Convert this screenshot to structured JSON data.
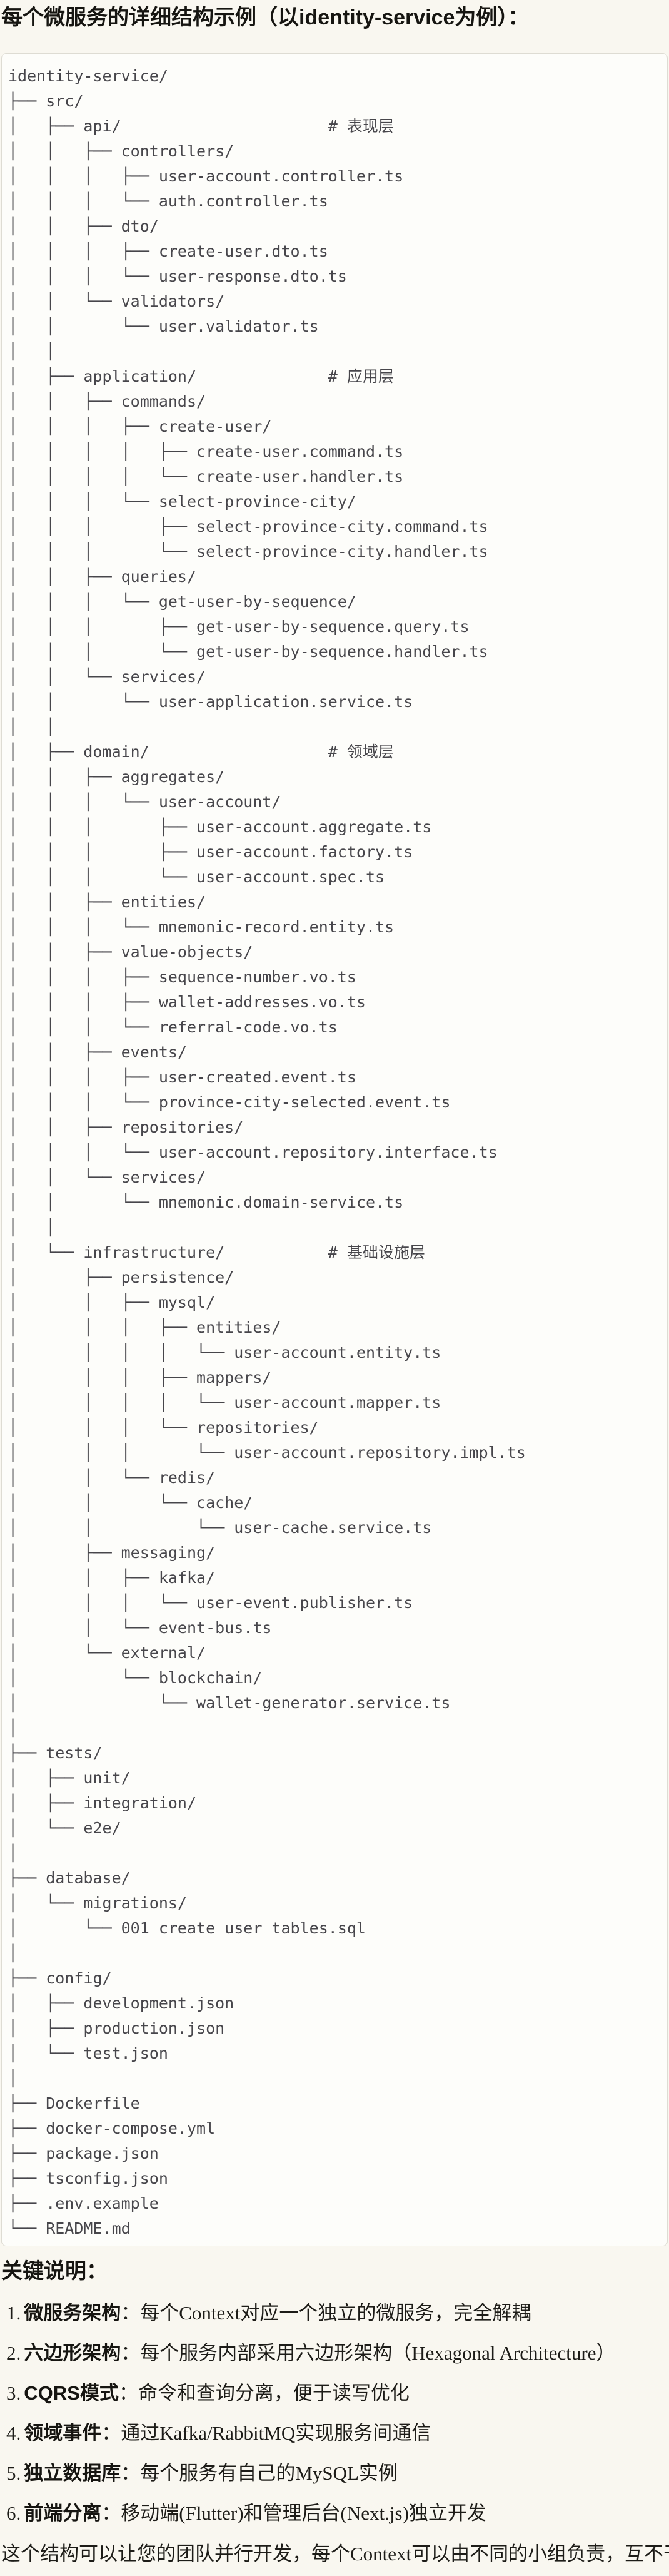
{
  "title": "每个微服务的详细结构示例（以identity-service为例）：",
  "code_block": {
    "lines": [
      "identity-service/",
      "├── src/",
      "│   ├── api/                      # 表现层",
      "│   │   ├── controllers/",
      "│   │   │   ├── user-account.controller.ts",
      "│   │   │   └── auth.controller.ts",
      "│   │   ├── dto/",
      "│   │   │   ├── create-user.dto.ts",
      "│   │   │   └── user-response.dto.ts",
      "│   │   └── validators/",
      "│   │       └── user.validator.ts",
      "│   │",
      "│   ├── application/              # 应用层",
      "│   │   ├── commands/",
      "│   │   │   ├── create-user/",
      "│   │   │   │   ├── create-user.command.ts",
      "│   │   │   │   └── create-user.handler.ts",
      "│   │   │   └── select-province-city/",
      "│   │   │       ├── select-province-city.command.ts",
      "│   │   │       └── select-province-city.handler.ts",
      "│   │   ├── queries/",
      "│   │   │   └── get-user-by-sequence/",
      "│   │   │       ├── get-user-by-sequence.query.ts",
      "│   │   │       └── get-user-by-sequence.handler.ts",
      "│   │   └── services/",
      "│   │       └── user-application.service.ts",
      "│   │",
      "│   ├── domain/                   # 领域层",
      "│   │   ├── aggregates/",
      "│   │   │   └── user-account/",
      "│   │   │       ├── user-account.aggregate.ts",
      "│   │   │       ├── user-account.factory.ts",
      "│   │   │       └── user-account.spec.ts",
      "│   │   ├── entities/",
      "│   │   │   └── mnemonic-record.entity.ts",
      "│   │   ├── value-objects/",
      "│   │   │   ├── sequence-number.vo.ts",
      "│   │   │   ├── wallet-addresses.vo.ts",
      "│   │   │   └── referral-code.vo.ts",
      "│   │   ├── events/",
      "│   │   │   ├── user-created.event.ts",
      "│   │   │   └── province-city-selected.event.ts",
      "│   │   ├── repositories/",
      "│   │   │   └── user-account.repository.interface.ts",
      "│   │   └── services/",
      "│   │       └── mnemonic.domain-service.ts",
      "│   │",
      "│   └── infrastructure/           # 基础设施层",
      "│       ├── persistence/",
      "│       │   ├── mysql/",
      "│       │   │   ├── entities/",
      "│       │   │   │   └── user-account.entity.ts",
      "│       │   │   ├── mappers/",
      "│       │   │   │   └── user-account.mapper.ts",
      "│       │   │   └── repositories/",
      "│       │   │       └── user-account.repository.impl.ts",
      "│       │   └── redis/",
      "│       │       └── cache/",
      "│       │           └── user-cache.service.ts",
      "│       ├── messaging/",
      "│       │   ├── kafka/",
      "│       │   │   └── user-event.publisher.ts",
      "│       │   └── event-bus.ts",
      "│       └── external/",
      "│           └── blockchain/",
      "│               └── wallet-generator.service.ts",
      "│",
      "├── tests/",
      "│   ├── unit/",
      "│   ├── integration/",
      "│   └── e2e/",
      "│",
      "├── database/",
      "│   └── migrations/",
      "│       └── 001_create_user_tables.sql",
      "│",
      "├── config/",
      "│   ├── development.json",
      "│   ├── production.json",
      "│   └── test.json",
      "│",
      "├── Dockerfile",
      "├── docker-compose.yml",
      "├── package.json",
      "├── tsconfig.json",
      "├── .env.example",
      "└── README.md"
    ]
  },
  "notes": {
    "heading": "关键说明：",
    "items": [
      {
        "num": "1.",
        "label": "微服务架构",
        "sep": "：",
        "text": "每个Context对应一个独立的微服务，完全解耦"
      },
      {
        "num": "2.",
        "label": "六边形架构",
        "sep": "：",
        "text": "每个服务内部采用六边形架构（Hexagonal Architecture）"
      },
      {
        "num": "3.",
        "label": "CQRS模式",
        "sep": "：",
        "text": "命令和查询分离，便于读写优化"
      },
      {
        "num": "4.",
        "label": "领域事件",
        "sep": "：",
        "text": "通过Kafka/RabbitMQ实现服务间通信"
      },
      {
        "num": "5.",
        "label": "独立数据库",
        "sep": "：",
        "text": "每个服务有自己的MySQL实例"
      },
      {
        "num": "6.",
        "label": "前端分离",
        "sep": "：",
        "text": "移动端(Flutter)和管理后台(Next.js)独立开发"
      }
    ],
    "footer": "这个结构可以让您的团队并行开发，每个Context可以由不同的小组负责，互不干扰。"
  },
  "colors": {
    "page_bg": "#F9F7F0",
    "code_bg": "#FDFDFA",
    "code_border": "#DEDCD3",
    "code_text": "#47464B",
    "heading_text": "#161511",
    "body_text": "#1D1C18"
  }
}
